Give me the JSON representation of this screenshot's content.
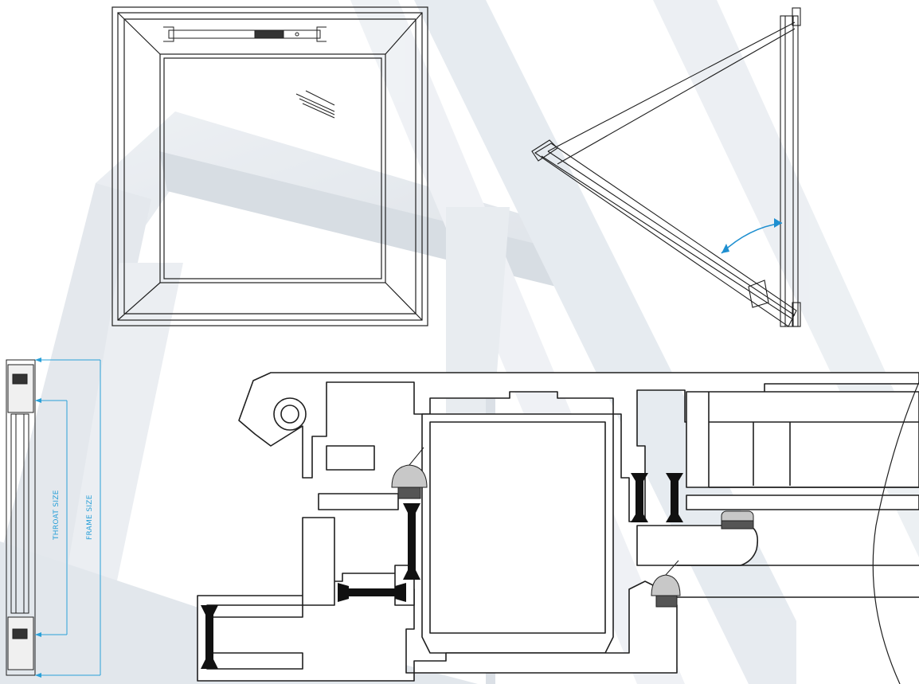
{
  "diagram": {
    "dimension_labels": {
      "throat_size": "THROAT SIZE",
      "frame_size": "FRAME SIZE"
    },
    "colors": {
      "line": "#1f1f1f",
      "dimension": "#2aa0d8",
      "arc": "#1e8fd0",
      "background_photo": "#c9d2dc",
      "thermal_break": "#111111",
      "gasket": "#555555"
    },
    "views": [
      "front-elevation",
      "open-sash-side-view",
      "vertical-section",
      "profile-cross-section"
    ]
  }
}
